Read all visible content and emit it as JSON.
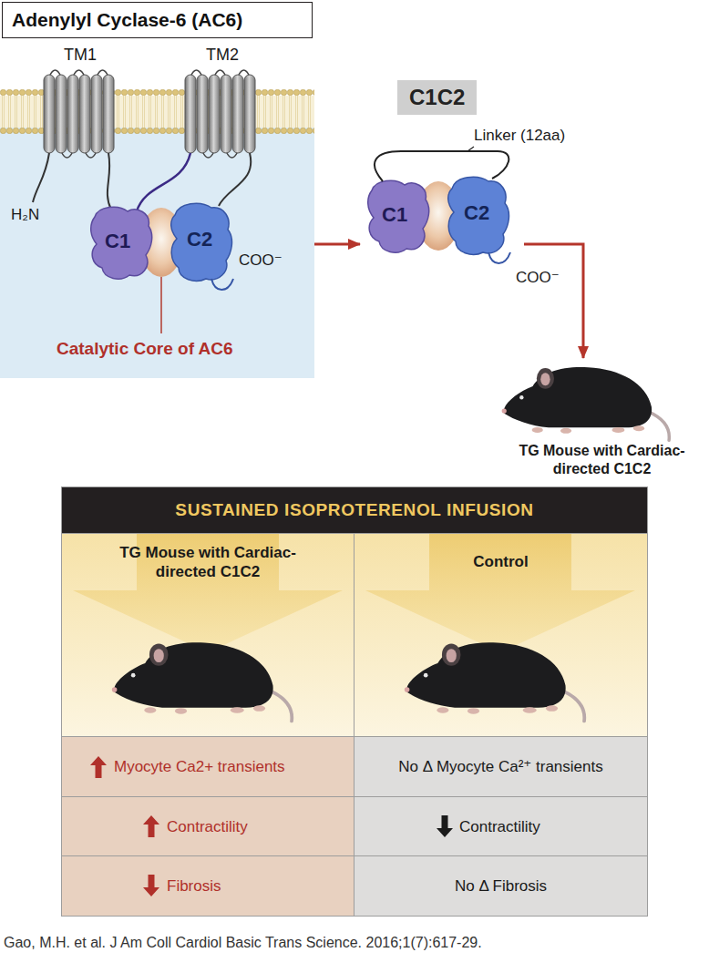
{
  "diagram": {
    "caption": "Gao, M.H. et al. J Am Coll Cardiol Basic Trans Science. 2016;1(7):617-29.",
    "nodes": [
      {
        "text": [
          "Adenylyl Cyclase-6 (AC6)"
        ]
      },
      {
        "text": [
          "C1C2"
        ]
      },
      {
        "text": [
          "TG Mouse with Cardiac-directed C1C2"
        ]
      },
      {
        "text": [
          "SUSTAINED ISOPROTERENOL INFUSION"
        ]
      },
      {
        "text": [
          "TG Mouse with Cardiac-directed C1C2"
        ]
      },
      {
        "text": [
          "Control"
        ]
      },
      {
        "text": [
          "Myocyte Ca2+ transients"
        ]
      },
      {
        "text": [
          "No Δ Myocyte Ca²⁺ transients"
        ]
      },
      {
        "text": [
          "Contractility"
        ]
      },
      {
        "text": [
          "Contractility"
        ]
      },
      {
        "text": [
          "Fibrosis"
        ]
      },
      {
        "text": [
          "No Δ Fibrosis"
        ]
      }
    ],
    "edges": [
      {
        "from": 0,
        "to": 1,
        "arrow": "to"
      },
      {
        "from": 1,
        "to": 2,
        "arrow": "to"
      }
    ],
    "labels": [
      "TM1",
      "TM2",
      "H₂N",
      "C1",
      "C2",
      "COO⁻",
      "Catalytic Core of AC6",
      "Linker (12aa)",
      "C1",
      "C2",
      "COO⁻"
    ]
  }
}
